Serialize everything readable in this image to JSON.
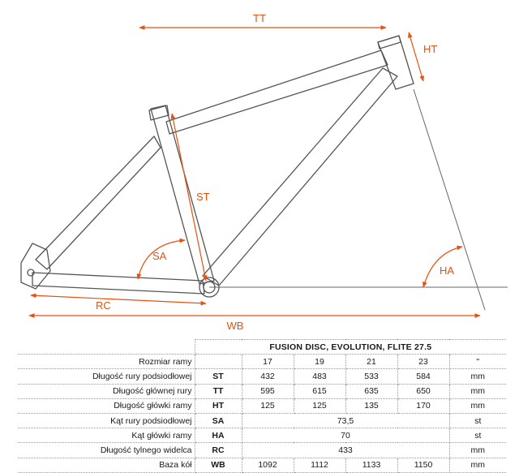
{
  "colors": {
    "accent": "#e8500f",
    "frame_outline": "#555555",
    "line": "#666666"
  },
  "diagram": {
    "labels": {
      "tt": "TT",
      "ht": "HT",
      "st": "ST",
      "sa": "SA",
      "ha": "HA",
      "rc": "RC",
      "wb": "WB"
    }
  },
  "table": {
    "title": "FUSION DISC, EVOLUTION, FLITE 27.5",
    "size_row": {
      "label": "Rozmiar ramy",
      "values": [
        "17",
        "19",
        "21",
        "23"
      ],
      "unit": "\""
    },
    "rows": [
      {
        "label": "Długość rury podsiodłowej",
        "symbol": "ST",
        "values": [
          "432",
          "483",
          "533",
          "584"
        ],
        "unit": "mm"
      },
      {
        "label": "Długość głównej rury",
        "symbol": "TT",
        "values": [
          "595",
          "615",
          "635",
          "650"
        ],
        "unit": "mm"
      },
      {
        "label": "Długość główki ramy",
        "symbol": "HT",
        "values": [
          "125",
          "125",
          "135",
          "170"
        ],
        "unit": "mm"
      },
      {
        "label": "Kąt rury podsiodłowej",
        "symbol": "SA",
        "value": "73,5",
        "unit": "st"
      },
      {
        "label": "Kąt główki ramy",
        "symbol": "HA",
        "value": "70",
        "unit": "st"
      },
      {
        "label": "Długość tylnego widelca",
        "symbol": "RC",
        "value": "433",
        "unit": "mm"
      },
      {
        "label": "Baza kół",
        "symbol": "WB",
        "values": [
          "1092",
          "1112",
          "1133",
          "1150"
        ],
        "unit": "mm"
      }
    ]
  }
}
